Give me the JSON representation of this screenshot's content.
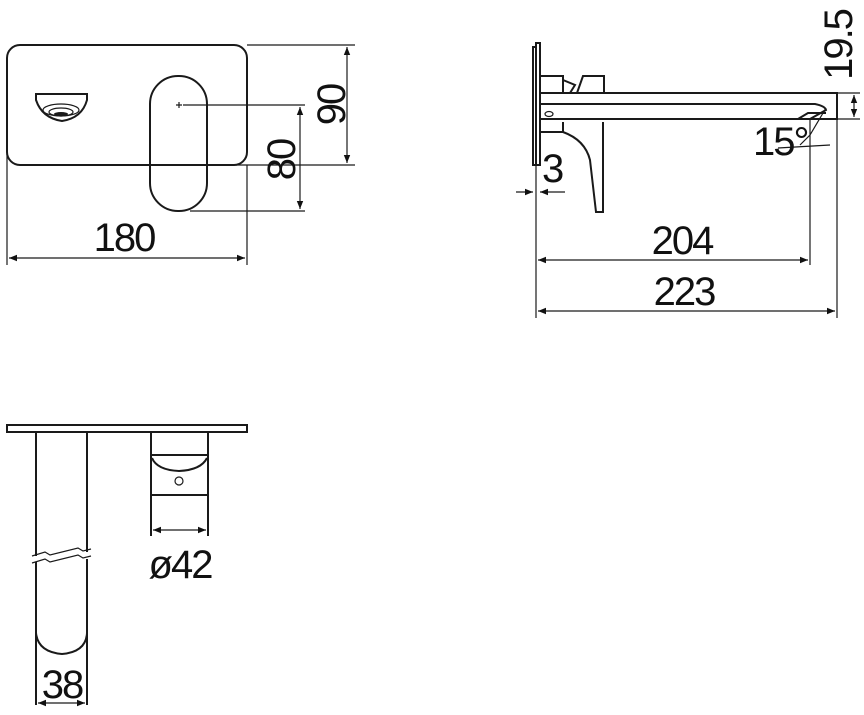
{
  "drawing": {
    "front_view": {
      "width_label": "180",
      "height_label": "90",
      "handle_offset_label": "80"
    },
    "side_view": {
      "spout_height_label": "19.5",
      "angle_label": "15°",
      "plate_thickness_label": "3",
      "spout_reach_label": "204",
      "total_depth_label": "223"
    },
    "top_view": {
      "body_diameter_label": "ø42",
      "pipe_diameter_label": "38"
    },
    "line_color": "#1a1a1a"
  }
}
